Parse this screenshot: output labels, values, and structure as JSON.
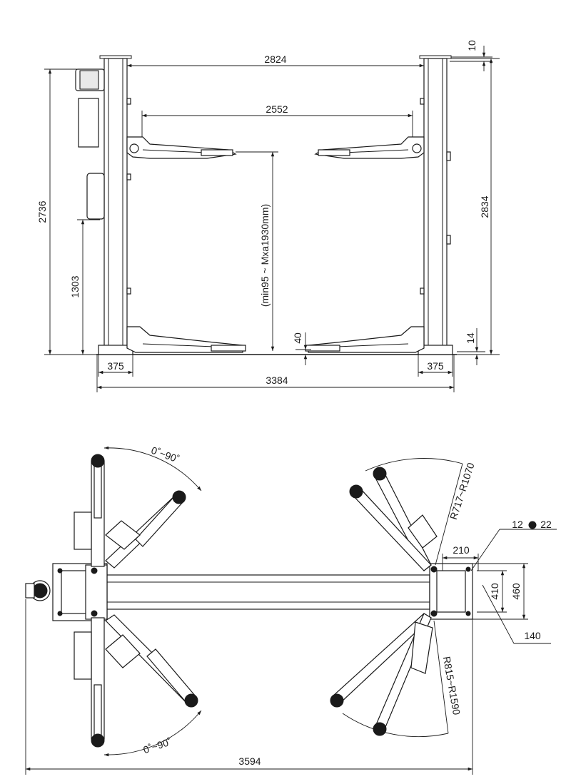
{
  "front_view": {
    "dim_top_offset": "10",
    "dim_overall_width_top": "2824",
    "dim_inner_width": "2552",
    "dim_left_height": "2736",
    "dim_right_height": "2834",
    "dim_lower_height": "1303",
    "dim_lift_range": "(min95 ~ Mxa1930mm)",
    "dim_pad_height": "40",
    "dim_base_height": "14",
    "dim_left_base": "375",
    "dim_right_base": "375",
    "dim_base_width": "3384"
  },
  "top_view": {
    "angle_top": "0˚~90˚",
    "angle_bottom": "0˚~90˚",
    "radius_short_arm": "R717~R1070",
    "radius_long_arm": "R815~R1590",
    "dim_column_offset": "210",
    "anchor_bolts": "12",
    "anchor_size": "22",
    "dim_plate_inner": "410",
    "dim_plate_outer": "460",
    "dim_plate_depth": "140",
    "dim_total_width": "3594"
  }
}
